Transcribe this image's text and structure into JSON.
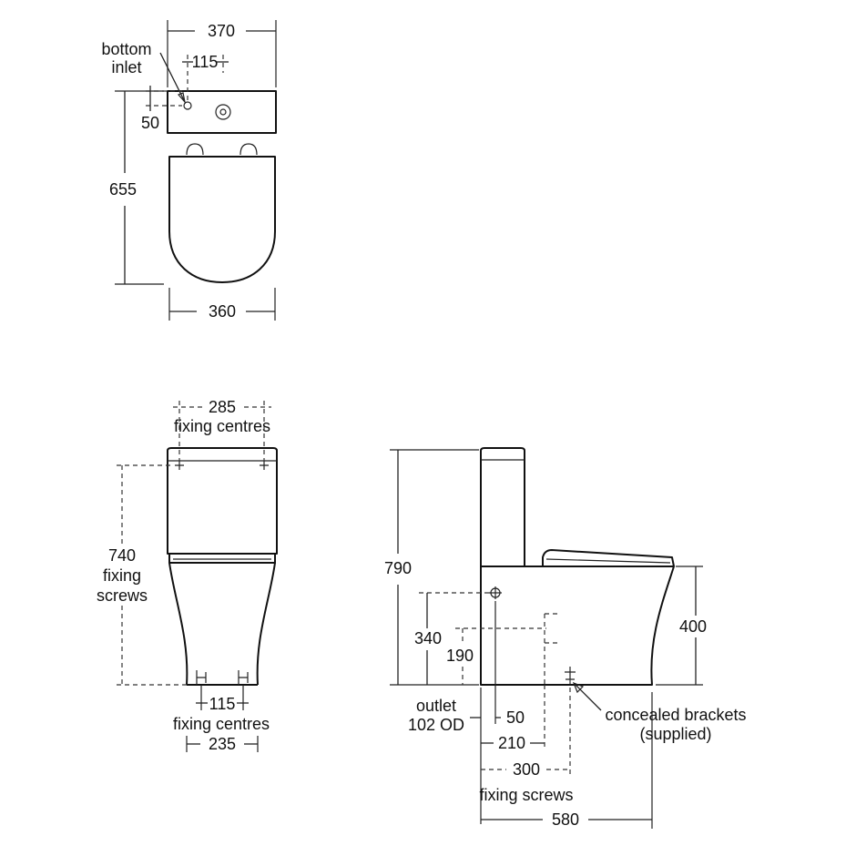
{
  "plan_view": {
    "overall_width": "370",
    "bottom_inlet_line1": "bottom",
    "bottom_inlet_line2": "inlet",
    "inlet_offset": "115",
    "inlet_depth": "50",
    "overall_length": "655",
    "base_width": "360"
  },
  "front_view": {
    "fixing_centres_top": "285",
    "fixing_centres_top_caption": "fixing centres",
    "fixing_screws_height_line1": "740",
    "fixing_screws_height_line2": "fixing",
    "fixing_screws_height_line3": "screws",
    "fixing_centres_bottom": "115",
    "fixing_centres_bottom_caption": "fixing centres",
    "foot_width": "235"
  },
  "side_view": {
    "overall_height": "790",
    "outlet_height": "340",
    "inlet_height": "190",
    "seat_height": "400",
    "outlet_line1": "outlet",
    "outlet_line2": "102 OD",
    "outlet_offset": "50",
    "inlet_offset": "210",
    "fixing_screws_offset": "300",
    "fixing_screws_caption": "fixing screws",
    "overall_depth": "580",
    "brackets_line1": "concealed brackets",
    "brackets_line2": "(supplied)"
  }
}
